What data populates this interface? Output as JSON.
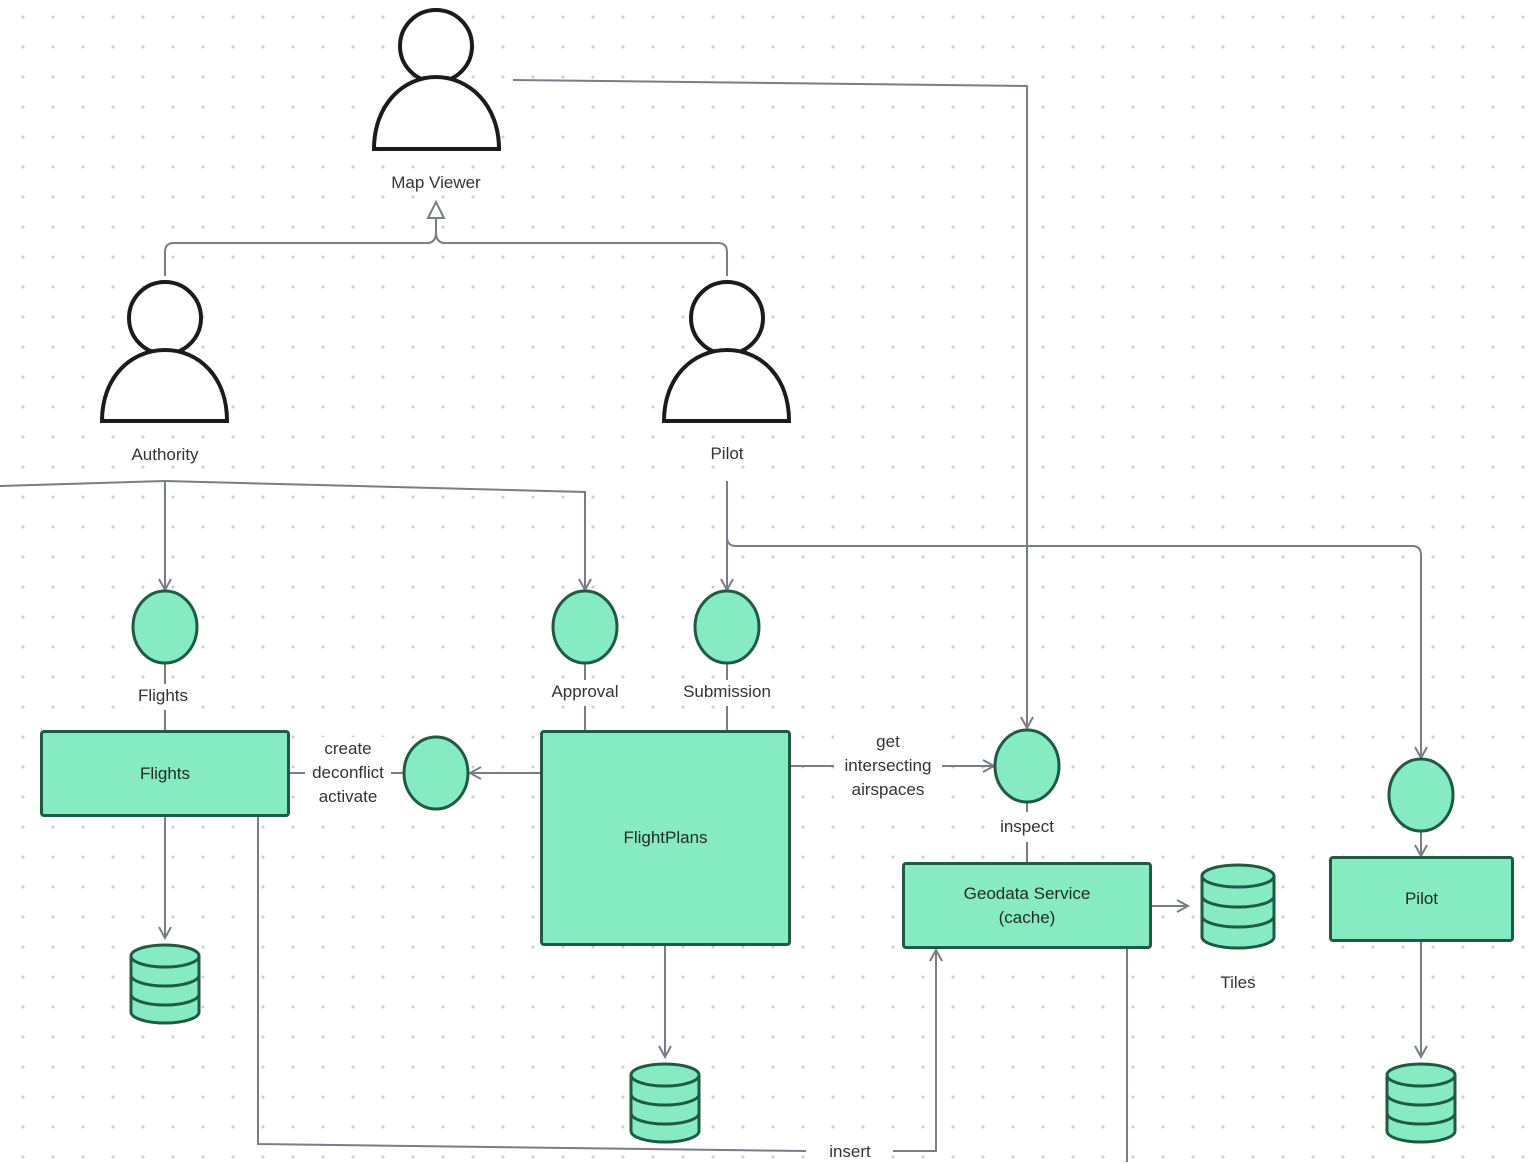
{
  "actors": {
    "map_viewer": "Map Viewer",
    "authority": "Authority",
    "pilot": "Pilot"
  },
  "interfaces": {
    "flights": "Flights",
    "approval": "Approval",
    "submission": "Submission",
    "inspect": "inspect"
  },
  "components": {
    "flights": "Flights",
    "flightplans": "FlightPlans",
    "geodata": "Geodata Service\n(cache)",
    "pilot": "Pilot"
  },
  "labels": {
    "create_deconflict": "create\ndeconflict\nactivate",
    "get_intersecting": "get\nintersecting\nairspaces",
    "tiles": "Tiles",
    "insert": "insert"
  },
  "colors": {
    "component_fill": "#86eac3",
    "component_border": "#1e5a45",
    "connector": "#7a7d85",
    "actor_stroke": "#1b1b1b"
  }
}
